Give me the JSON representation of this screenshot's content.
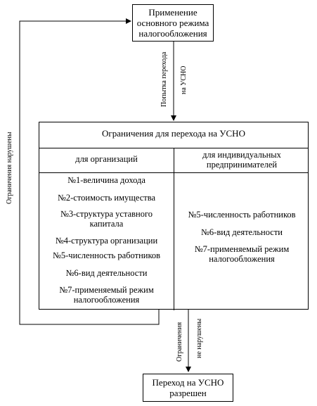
{
  "top_box": {
    "lines": [
      "Применение",
      "основного режима",
      "налогообложения"
    ]
  },
  "main_box": {
    "title": "Ограничения для перехода на УСНО",
    "col_org_header": "для организаций",
    "col_ip_header": [
      "для индивидуальных",
      "предпринимателей"
    ],
    "org_items": [
      [
        "№1-величина дохода"
      ],
      [
        "№2-стоимость имущества"
      ],
      [
        "№3-структура уставного",
        "капитала"
      ],
      [
        "№4-структура организации"
      ],
      [
        "№5-численность работников"
      ],
      [
        "№6-вид деятельности"
      ],
      [
        "№7-применяемый режим",
        "налогообложения"
      ]
    ],
    "ip_items": [
      [
        "№5-численность работников"
      ],
      [
        "№6-вид деятельности"
      ],
      [
        "№7-применяемый режим",
        "налогообложения"
      ]
    ]
  },
  "bottom_box": {
    "lines": [
      "Переход на УСНО",
      "разрешен"
    ]
  },
  "labels": {
    "attempt": [
      "Попытка перехода",
      "на УСНО"
    ],
    "violated": "Ограничения нарушены",
    "not_violated": [
      "Ограничения",
      "не нарушены"
    ]
  }
}
